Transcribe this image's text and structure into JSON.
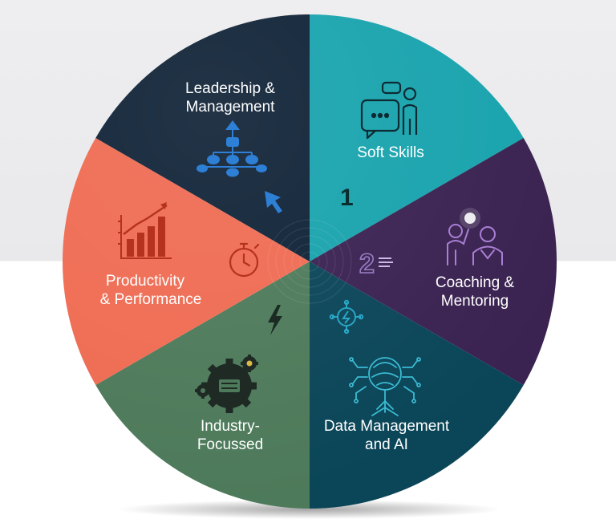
{
  "colors": {
    "leadership": "#0f2236",
    "soft_skills": "#18a3ad",
    "coaching": "#3a2251",
    "data_ai": "#0a4558",
    "industry": "#4d7a5a",
    "productivity": "#ef6b52"
  },
  "segments": [
    {
      "id": "leadership",
      "label_lines": [
        "Leadership &",
        "Management"
      ],
      "icon": "org-chart-icon"
    },
    {
      "id": "soft_skills",
      "label_lines": [
        "Soft Skills"
      ],
      "icon": "conversation-icon"
    },
    {
      "id": "coaching",
      "label_lines": [
        "Coaching &",
        "Mentoring"
      ],
      "icon": "mentor-icon"
    },
    {
      "id": "data_ai",
      "label_lines": [
        "Data Management",
        "and AI"
      ],
      "icon": "ai-tree-icon"
    },
    {
      "id": "industry",
      "label_lines": [
        "Industry-",
        "Focussed"
      ],
      "icon": "gears-icon"
    },
    {
      "id": "productivity",
      "label_lines": [
        "Productivity",
        "& Performance"
      ],
      "icon": "bar-chart-icon"
    }
  ],
  "center_marks": {
    "one": "1",
    "two": "2"
  }
}
